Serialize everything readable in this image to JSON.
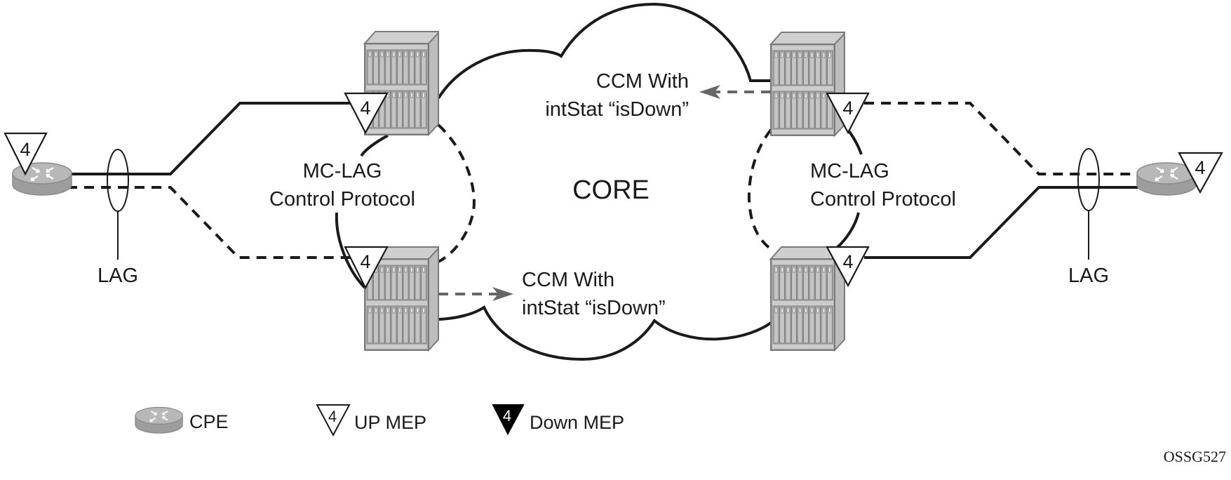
{
  "diagram": {
    "core_label": "CORE",
    "ccm_top": {
      "line1": "CCM With",
      "line2": "intStat “isDown”",
      "arrow_direction": "left"
    },
    "ccm_bottom": {
      "line1": "CCM With",
      "line2": "intStat “isDown”",
      "arrow_direction": "right"
    },
    "mclag_left": {
      "line1": "MC-LAG",
      "line2": "Control Protocol"
    },
    "mclag_right": {
      "line1": "MC-LAG",
      "line2": "Control Protocol"
    },
    "lag_left": "LAG",
    "lag_right": "LAG",
    "mep_number": "4",
    "figure_id": "OSSG527"
  },
  "nodes": {
    "cpe_left": {
      "type": "CPE",
      "mep": "UP MEP",
      "mep_label": "4"
    },
    "cpe_right": {
      "type": "CPE",
      "mep": "UP MEP",
      "mep_label": "4"
    },
    "router_left_top": {
      "type": "router",
      "mep": "UP MEP",
      "mep_label": "4",
      "link": "active"
    },
    "router_left_bottom": {
      "type": "router",
      "mep": "UP MEP",
      "mep_label": "4",
      "link": "standby"
    },
    "router_right_top": {
      "type": "router",
      "mep": "UP MEP",
      "mep_label": "4",
      "link": "standby"
    },
    "router_right_bottom": {
      "type": "router",
      "mep": "UP MEP",
      "mep_label": "4",
      "link": "active"
    }
  },
  "legend": {
    "items": [
      {
        "icon": "cpe-icon",
        "label": "CPE"
      },
      {
        "icon": "up-mep-icon",
        "label": "UP MEP",
        "num": "4"
      },
      {
        "icon": "down-mep-icon",
        "label": "Down MEP",
        "num": "4"
      }
    ]
  },
  "colors": {
    "line": "#1a1a1a",
    "ccm_arrow": "#666666",
    "device_gray": "#a8a8a8",
    "device_light": "#cfcfcf"
  }
}
